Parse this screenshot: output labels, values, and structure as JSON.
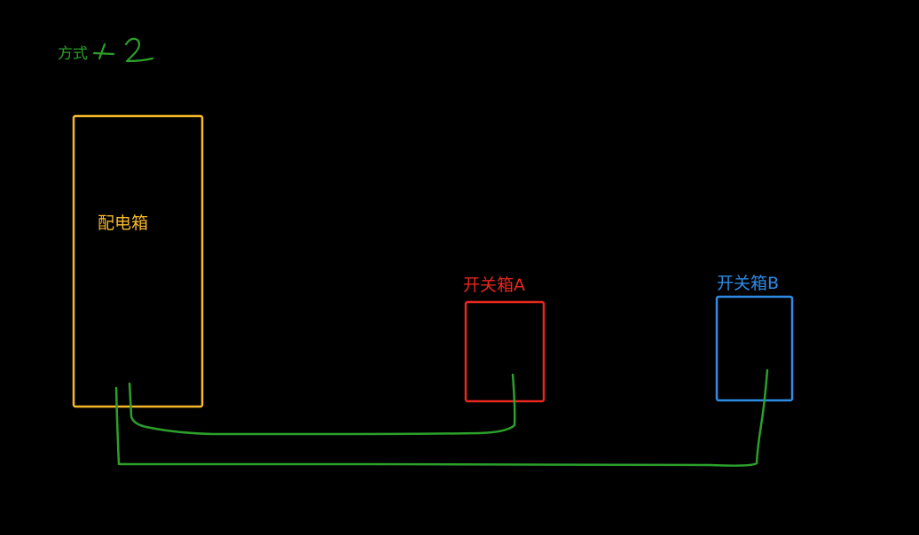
{
  "title": {
    "text": "方式",
    "handwritten": "1 → 2"
  },
  "boxes": {
    "distribution": {
      "label": "配电箱",
      "color": "#F5B82A"
    },
    "switch_a": {
      "label": "开关箱A",
      "color": "#E8271F"
    },
    "switch_b": {
      "label": "开关箱B",
      "color": "#2E8BE6"
    }
  },
  "wire_color": "#2BA02B",
  "background": "#000000"
}
